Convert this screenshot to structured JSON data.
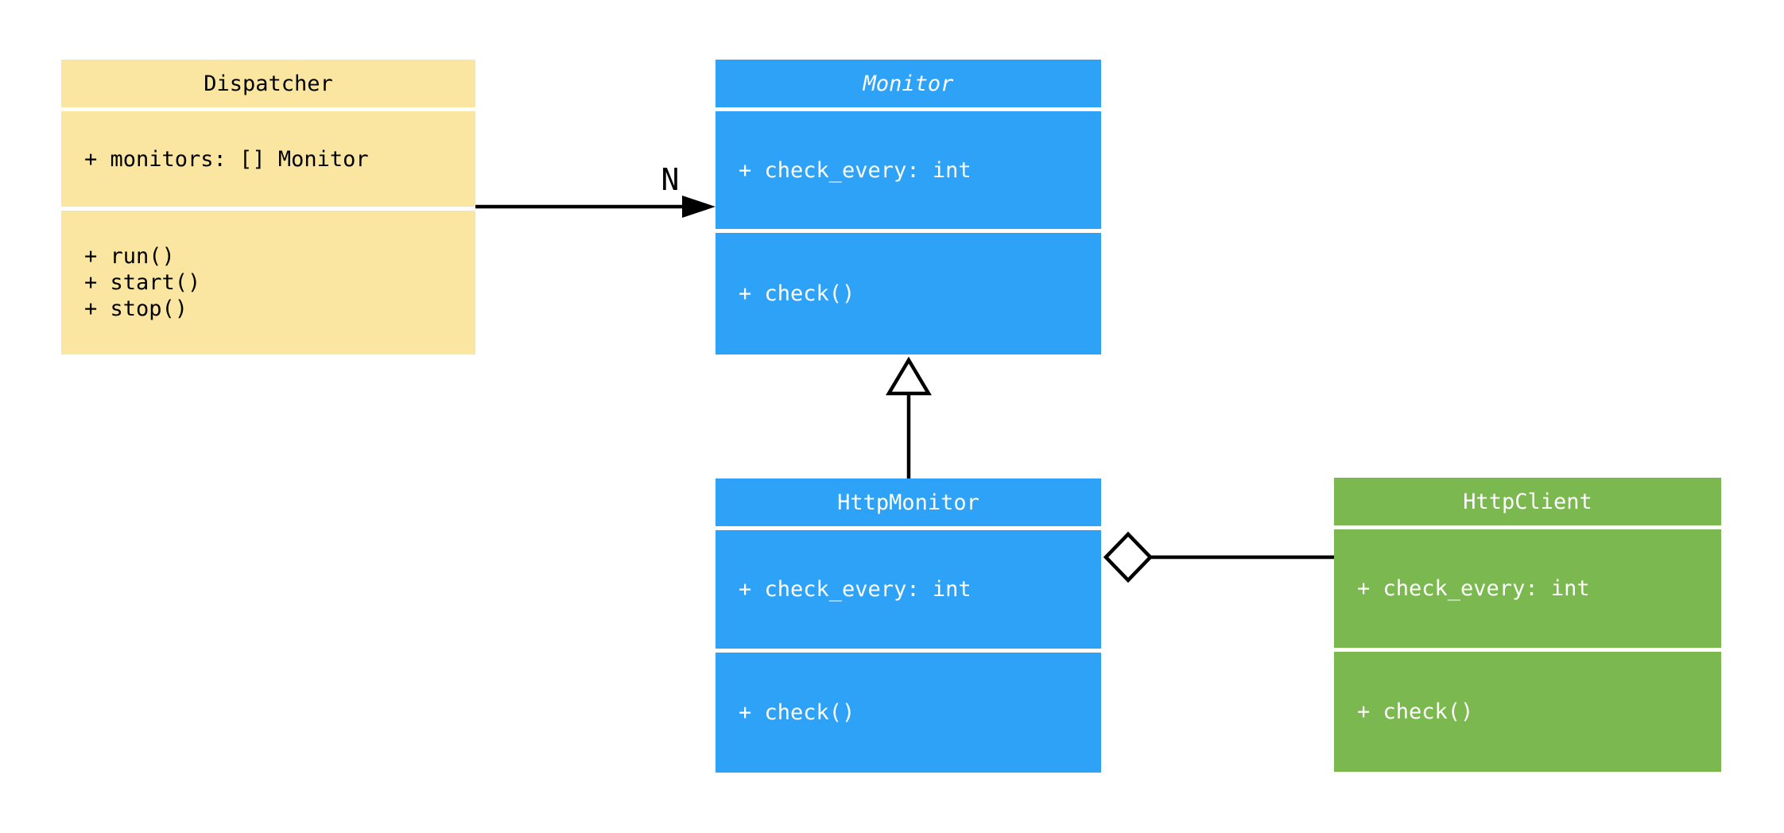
{
  "diagram": {
    "type": "uml-class-diagram",
    "background": "#FFFFFF",
    "line_color": "#000000",
    "classes": [
      {
        "name": "Dispatcher",
        "abstract": false,
        "fill": "#FAE6A1",
        "text_color": "#000000",
        "attributes": [
          "+ monitors: [] Monitor"
        ],
        "methods": [
          "+ run()",
          "+ start()",
          "+ stop()"
        ]
      },
      {
        "name": "Monitor",
        "abstract": true,
        "fill": "#2EA2F7",
        "text_color": "#FFFFFF",
        "attributes": [
          "+ check_every: int"
        ],
        "methods": [
          "+ check()"
        ]
      },
      {
        "name": "HttpMonitor",
        "abstract": false,
        "fill": "#2EA2F7",
        "text_color": "#FFFFFF",
        "attributes": [
          "+ check_every: int"
        ],
        "methods": [
          "+ check()"
        ]
      },
      {
        "name": "HttpClient",
        "abstract": false,
        "fill": "#7BB84F",
        "text_color": "#FFFFFF",
        "attributes": [
          "+ check_every: int"
        ],
        "methods": [
          "+ check()"
        ]
      }
    ],
    "relationships": [
      {
        "type": "association",
        "from": "Dispatcher",
        "to": "Monitor",
        "label": "N",
        "marker": "filled-arrowhead"
      },
      {
        "type": "inheritance",
        "from": "HttpMonitor",
        "to": "Monitor",
        "label": "",
        "marker": "hollow-triangle"
      },
      {
        "type": "aggregation",
        "from": "HttpMonitor",
        "to": "HttpClient",
        "label": "",
        "marker": "hollow-diamond"
      }
    ]
  }
}
